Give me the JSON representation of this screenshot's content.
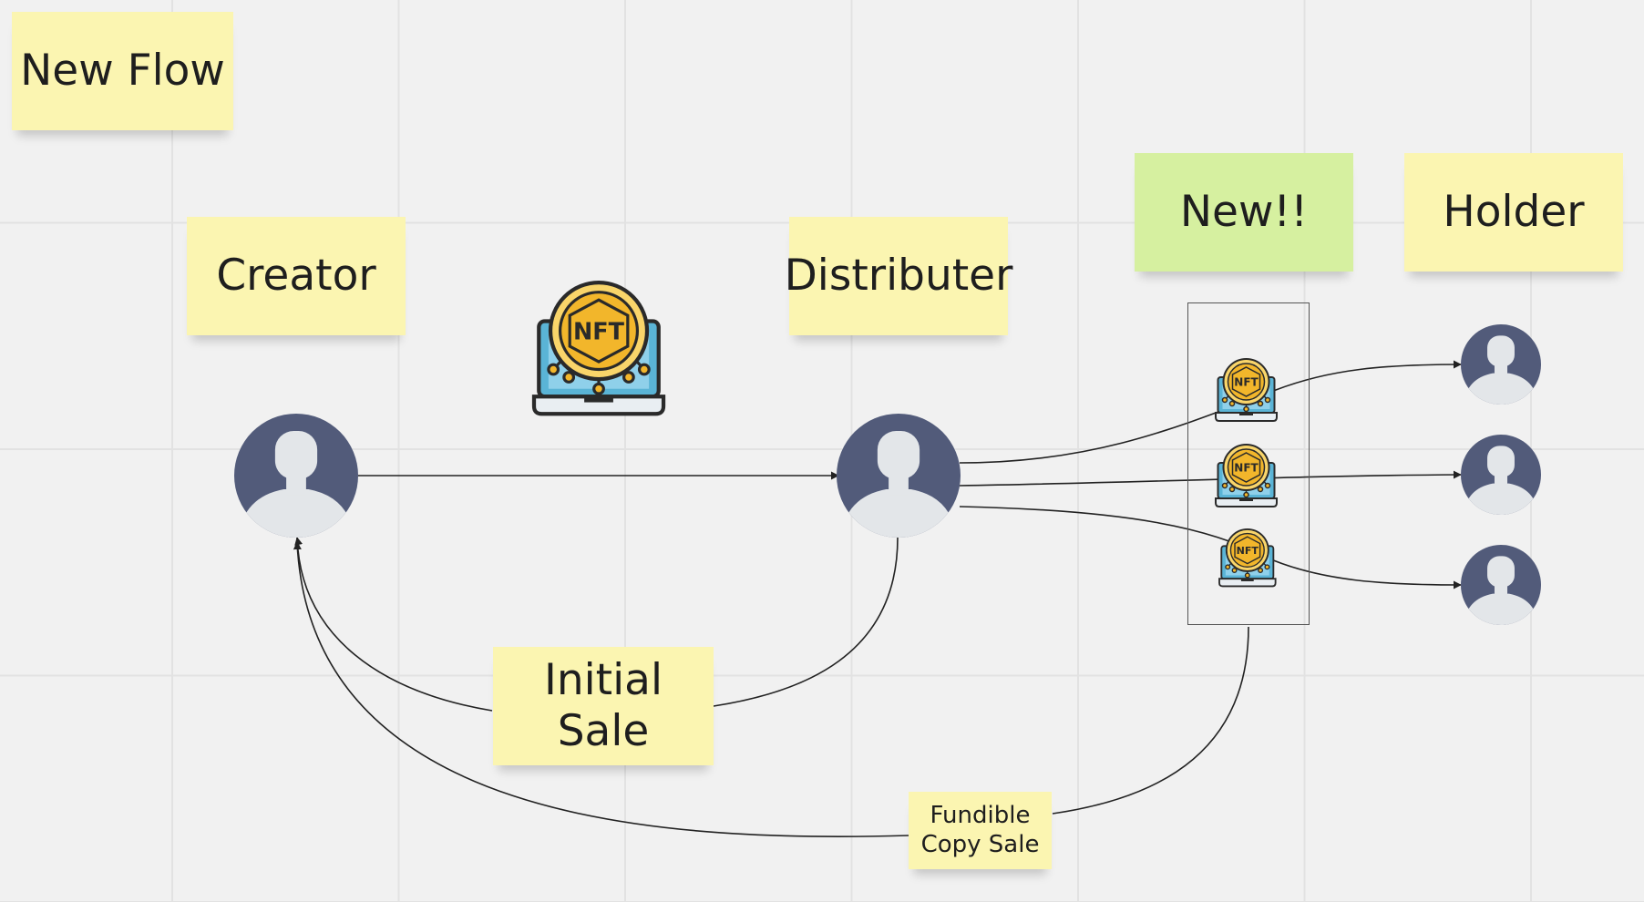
{
  "board": {
    "title_note": "New Flow",
    "lanes": {
      "creator": "Creator",
      "distributer": "Distributer",
      "new": "New!!",
      "holder": "Holder"
    },
    "edge_labels": {
      "initial_sale": "Initial Sale",
      "fundible_copy_sale": "Fundible\nCopy Sale"
    },
    "nft_badge_text": "NFT"
  },
  "colors": {
    "sticky_yellow": "#fbf5b1",
    "sticky_green": "#d6f0a0",
    "avatar": "#525b7a",
    "avatar_figure": "#e3e6e9",
    "coin": "#f2b62b",
    "laptop": "#5ab4d6"
  },
  "icons": [
    "nft-laptop-icon",
    "user-avatar-icon"
  ]
}
